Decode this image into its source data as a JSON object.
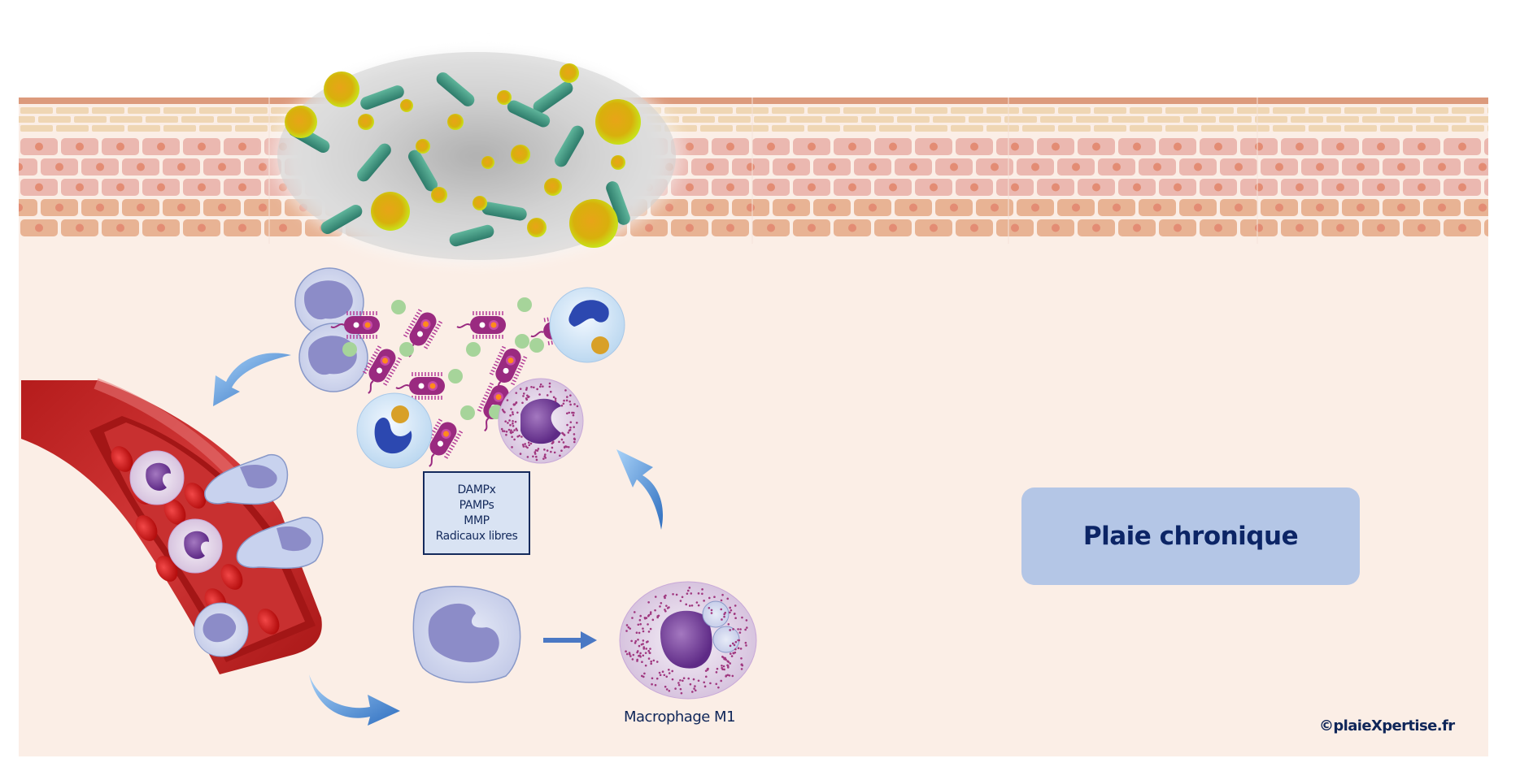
{
  "diagram": {
    "title": "Plaie chronique",
    "mediators": {
      "items": [
        "DAMPx",
        "PAMPs",
        "MMP",
        "Radicaux libres"
      ]
    },
    "labels": {
      "macrophage": "Macrophage M1"
    },
    "copyright": "©plaieXpertise.fr",
    "elements": {
      "skin": "skin-layers",
      "biofilm": "bacterial-biofilm",
      "vessel": "blood-vessel",
      "cells": [
        "neutrophil",
        "macrophage",
        "bacteria",
        "red-blood-cell"
      ]
    },
    "colors": {
      "background": "#fbeee6",
      "title_box": "#b4c6e6",
      "text": "#0f2659",
      "mediator_box": "#d9e3f3",
      "arrow": "#4a80c8"
    }
  }
}
